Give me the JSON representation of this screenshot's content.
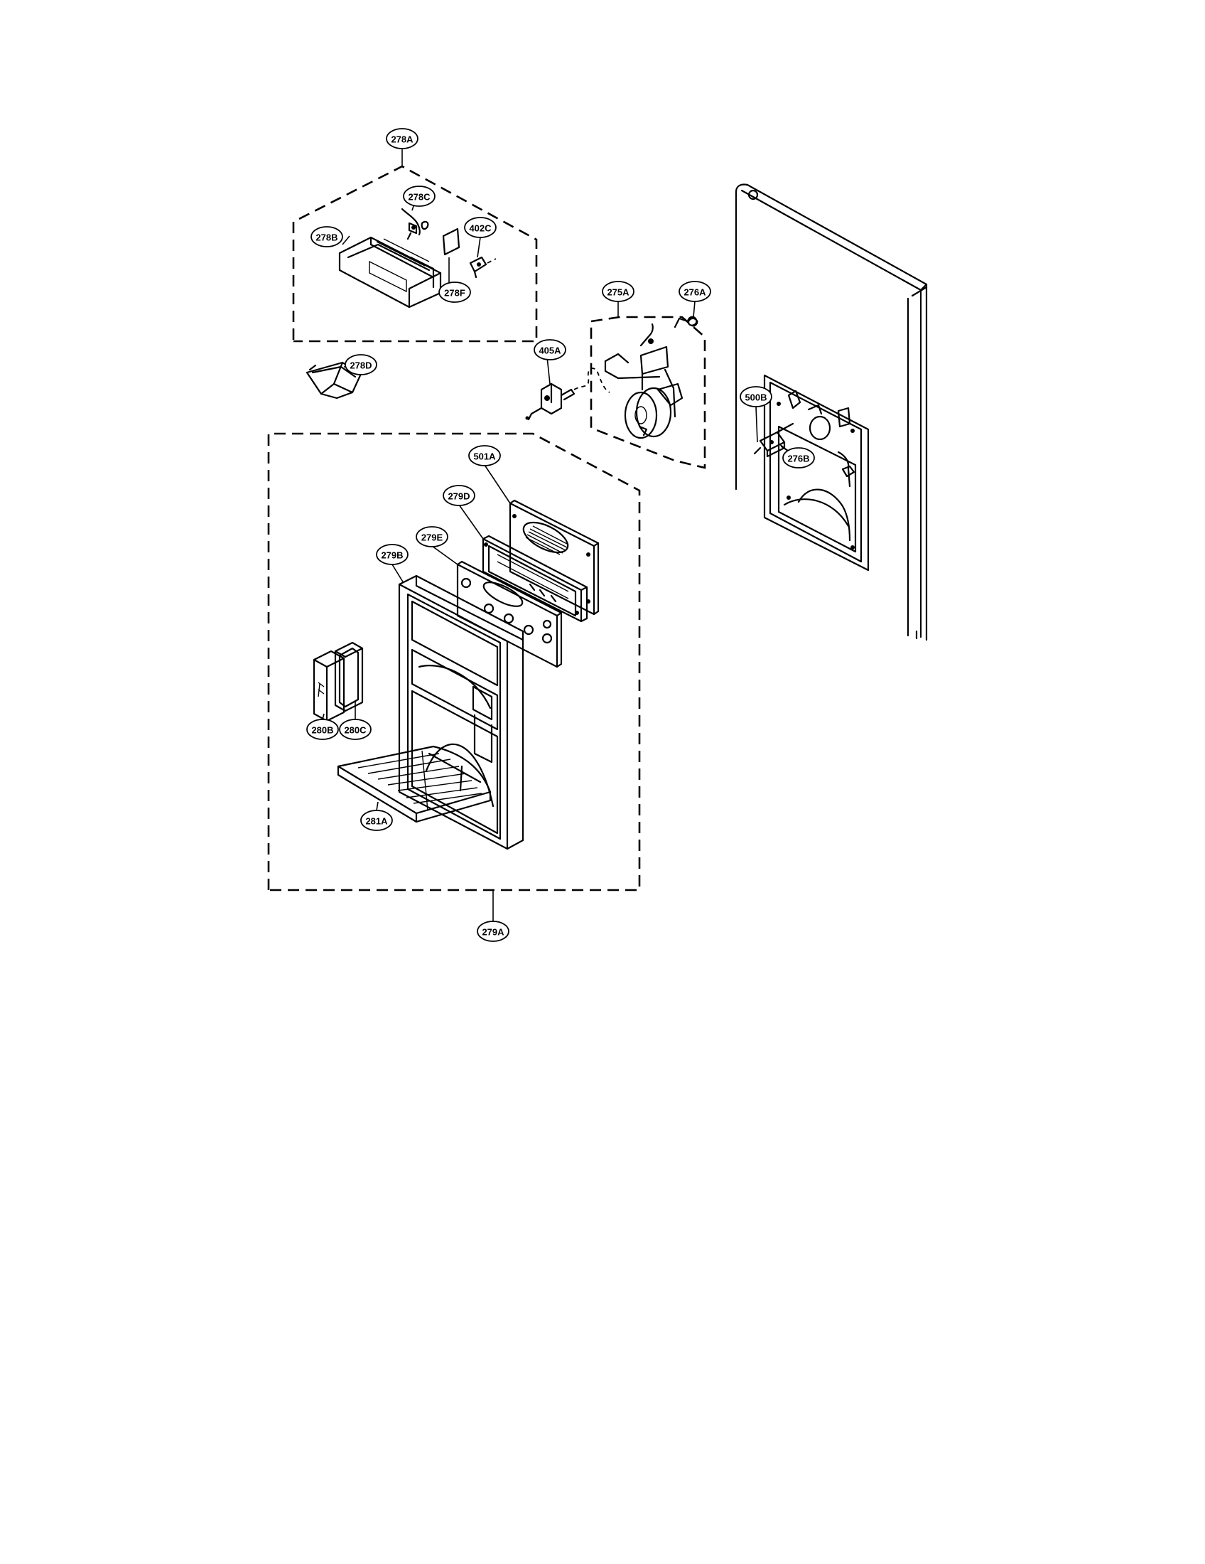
{
  "labels": {
    "l278A": "278A",
    "l278C": "278C",
    "l278B": "278B",
    "l402C": "402C",
    "l278F": "278F",
    "l278D": "278D",
    "l405A": "405A",
    "l275A": "275A",
    "l276A": "276A",
    "l500B": "500B",
    "l276B": "276B",
    "l501A": "501A",
    "l279D": "279D",
    "l279E": "279E",
    "l279B": "279B",
    "l280B": "280B",
    "l280C": "280C",
    "l281A": "281A",
    "l279A": "279A"
  },
  "colors": {
    "line": "#000000",
    "background": "#ffffff"
  }
}
